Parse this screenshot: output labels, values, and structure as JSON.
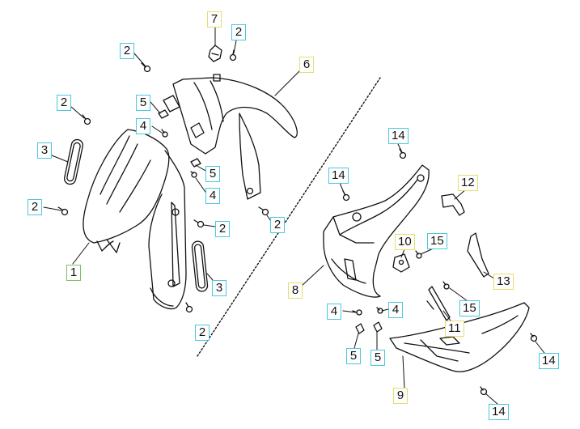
{
  "colors": {
    "label_border_cyan": "#49c9de",
    "label_border_yellow": "#e5df6a",
    "label_border_green": "#7fbf62",
    "line": "#111111"
  },
  "callouts": [
    {
      "id": "c1",
      "text": "1",
      "style": "green"
    },
    {
      "id": "c2a",
      "text": "2",
      "style": "cyan"
    },
    {
      "id": "c2b",
      "text": "2",
      "style": "cyan"
    },
    {
      "id": "c2c",
      "text": "2",
      "style": "cyan"
    },
    {
      "id": "c2d",
      "text": "2",
      "style": "cyan"
    },
    {
      "id": "c2e",
      "text": "2",
      "style": "cyan"
    },
    {
      "id": "c2f",
      "text": "2",
      "style": "cyan"
    },
    {
      "id": "c2g",
      "text": "2",
      "style": "cyan"
    },
    {
      "id": "c3a",
      "text": "3",
      "style": "cyan"
    },
    {
      "id": "c3b",
      "text": "3",
      "style": "cyan"
    },
    {
      "id": "c4a",
      "text": "4",
      "style": "cyan"
    },
    {
      "id": "c4b",
      "text": "4",
      "style": "cyan"
    },
    {
      "id": "c4c",
      "text": "4",
      "style": "cyan"
    },
    {
      "id": "c4d",
      "text": "4",
      "style": "cyan"
    },
    {
      "id": "c5a",
      "text": "5",
      "style": "cyan"
    },
    {
      "id": "c5b",
      "text": "5",
      "style": "cyan"
    },
    {
      "id": "c5c",
      "text": "5",
      "style": "cyan"
    },
    {
      "id": "c5d",
      "text": "5",
      "style": "cyan"
    },
    {
      "id": "c6",
      "text": "6",
      "style": "yellow"
    },
    {
      "id": "c7",
      "text": "7",
      "style": "yellow"
    },
    {
      "id": "c8",
      "text": "8",
      "style": "yellow"
    },
    {
      "id": "c9",
      "text": "9",
      "style": "yellow"
    },
    {
      "id": "c10",
      "text": "10",
      "style": "yellow"
    },
    {
      "id": "c11",
      "text": "11",
      "style": "yellow"
    },
    {
      "id": "c12",
      "text": "12",
      "style": "yellow"
    },
    {
      "id": "c13",
      "text": "13",
      "style": "yellow"
    },
    {
      "id": "c14a",
      "text": "14",
      "style": "cyan"
    },
    {
      "id": "c14b",
      "text": "14",
      "style": "cyan"
    },
    {
      "id": "c14c",
      "text": "14",
      "style": "cyan"
    },
    {
      "id": "c14d",
      "text": "14",
      "style": "cyan"
    },
    {
      "id": "c15a",
      "text": "15",
      "style": "cyan"
    },
    {
      "id": "c15b",
      "text": "15",
      "style": "cyan"
    }
  ]
}
